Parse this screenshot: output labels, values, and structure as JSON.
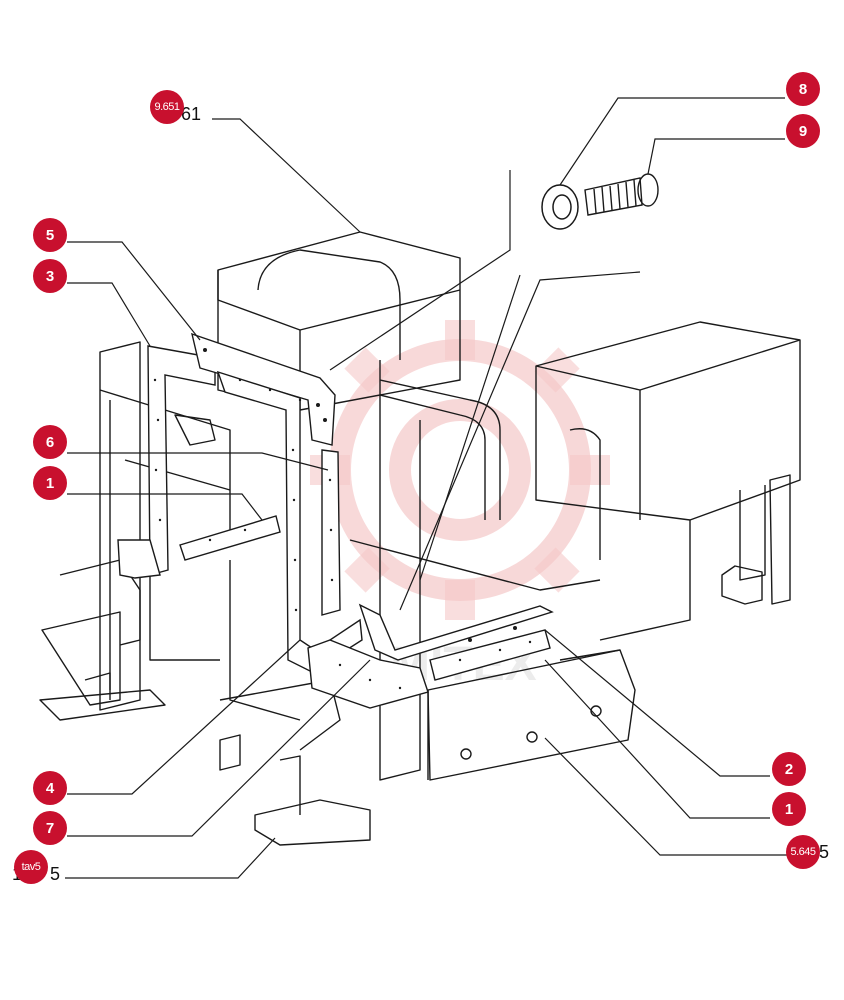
{
  "diagram": {
    "callouts": [
      {
        "id": "c8",
        "label": "8"
      },
      {
        "id": "c9",
        "label": "9"
      },
      {
        "id": "c5",
        "label": "5"
      },
      {
        "id": "c3",
        "label": "3"
      },
      {
        "id": "c6",
        "label": "6"
      },
      {
        "id": "c1a",
        "label": "1"
      },
      {
        "id": "c2",
        "label": "2"
      },
      {
        "id": "c1b",
        "label": "1"
      },
      {
        "id": "c4",
        "label": "4"
      },
      {
        "id": "c7",
        "label": "7"
      },
      {
        "id": "ref_top",
        "label": "9.651"
      },
      {
        "id": "ref_bottom_left",
        "label": "tav5"
      },
      {
        "id": "ref_bottom_right",
        "label": "5.645"
      }
    ],
    "reference_texts": {
      "top": "61",
      "bottom_left_prefix": "1",
      "bottom_left_suffix": "5",
      "bottom_right_suffix": "5"
    },
    "watermark_text": "MITEX",
    "colors": {
      "line": "#1a1a1a",
      "badge": "#c8102e",
      "watermark": "#f2b9b9"
    }
  }
}
